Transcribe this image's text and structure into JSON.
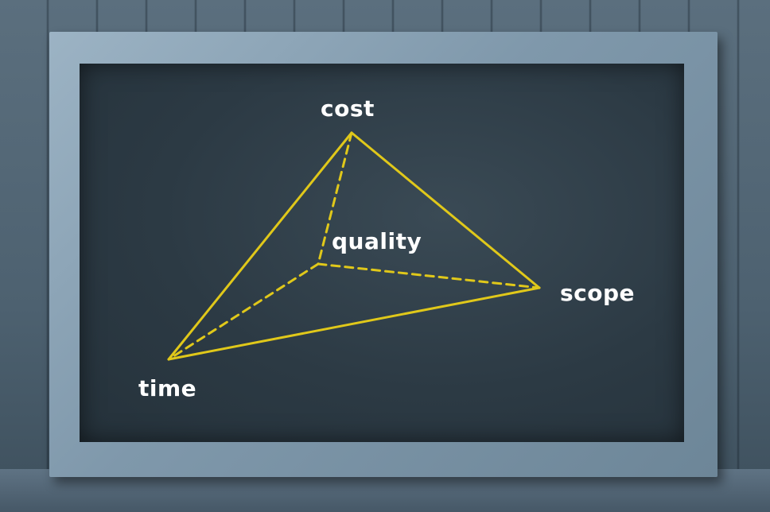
{
  "diagram": {
    "line_color": "#e0c81a",
    "labels": {
      "cost": "cost",
      "quality": "quality",
      "scope": "scope",
      "time": "time"
    }
  }
}
